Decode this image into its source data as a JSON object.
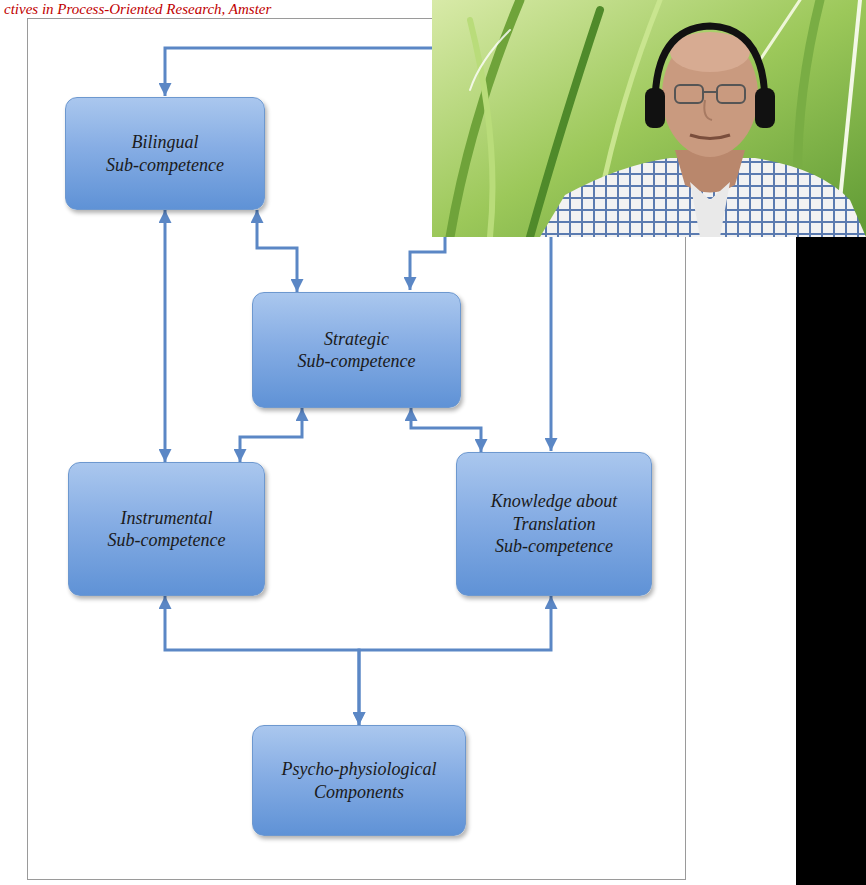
{
  "diagram": {
    "nodes": [
      {
        "text": [
          "Bilingual Sub-competence"
        ]
      },
      {
        "text": [
          "Strategic Sub-competence"
        ]
      },
      {
        "text": [
          "Instrumental Sub-competence"
        ]
      },
      {
        "text": [
          "Knowledge about Translation Sub-competence"
        ]
      },
      {
        "text": [
          "Psycho-physiological Components"
        ]
      }
    ],
    "edges": [
      {
        "from": 0,
        "to": 2,
        "arrow": "both"
      },
      {
        "from": 0,
        "to": 1,
        "arrow": "both"
      },
      {
        "from": 1,
        "to": 2,
        "arrow": "both"
      },
      {
        "from": 1,
        "to": 3,
        "arrow": "both"
      },
      {
        "from": 4,
        "to": 2,
        "arrow": "both"
      },
      {
        "from": 4,
        "to": 3,
        "arrow": "both"
      }
    ],
    "labels": [
      "ctives in Process-Oriented Research, Amster"
    ]
  }
}
